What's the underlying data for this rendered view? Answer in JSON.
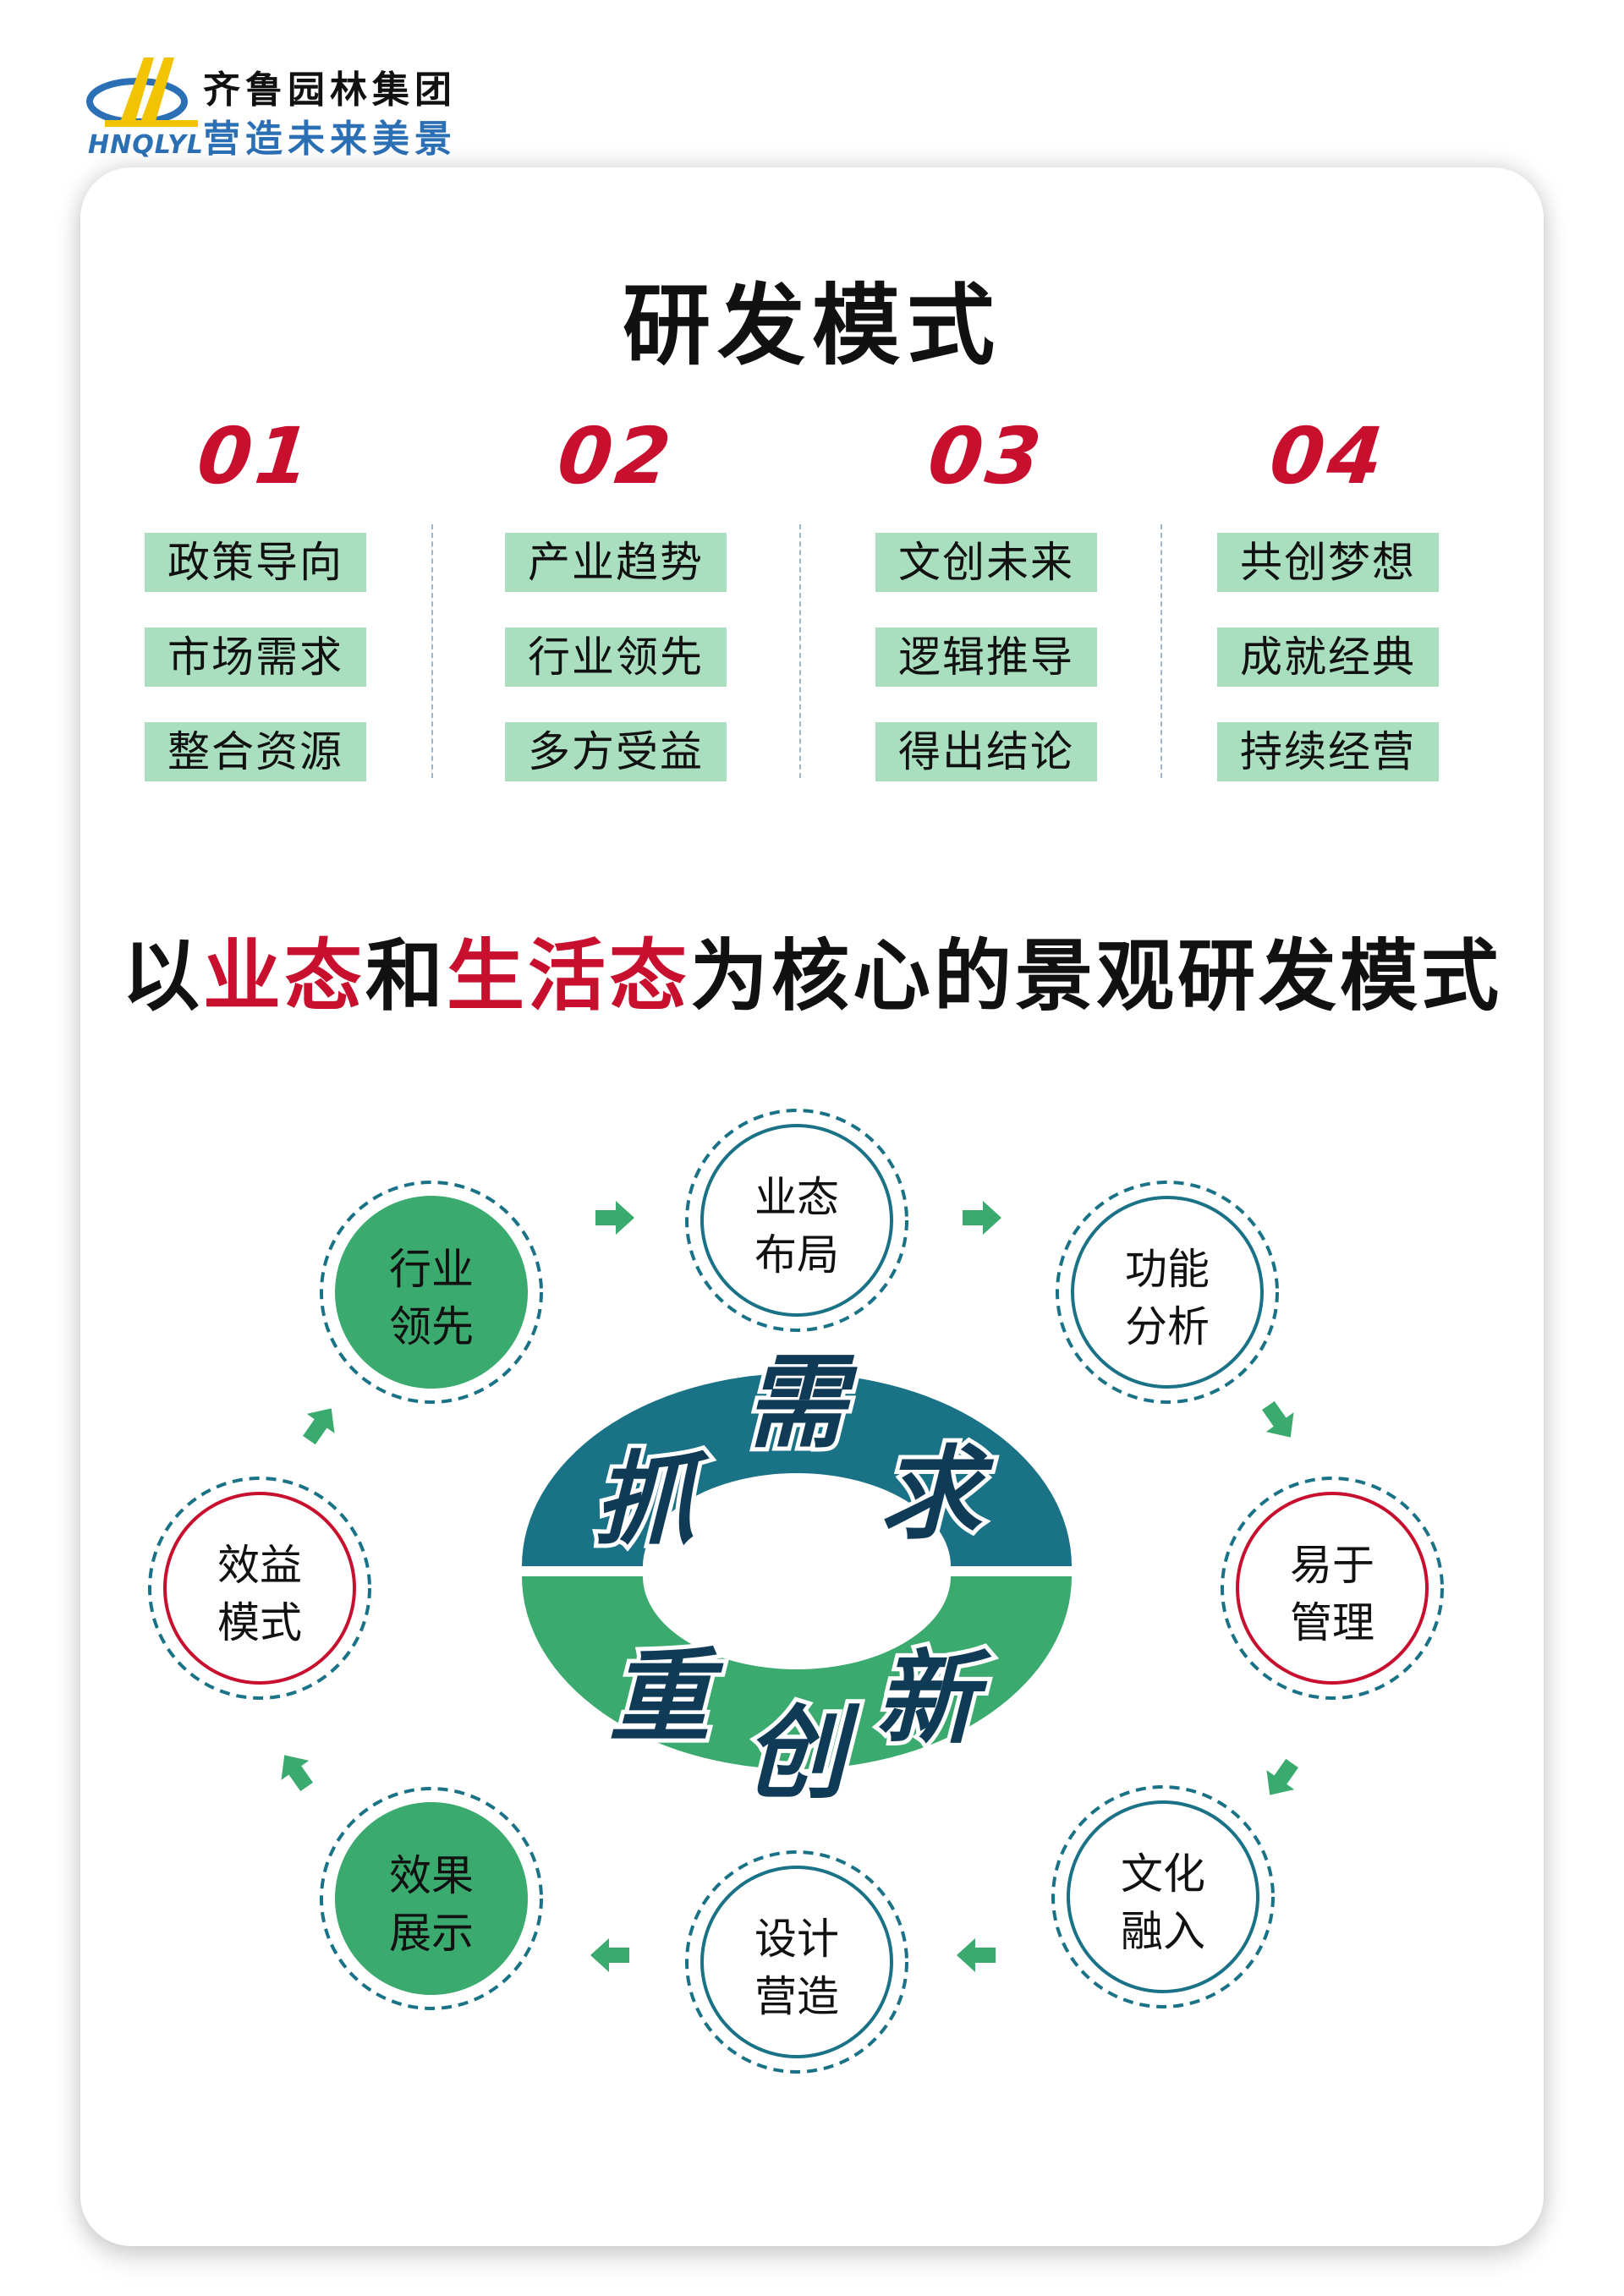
{
  "brand": {
    "name_cn": "齐鲁园林集团",
    "slogan": "营造未来美景",
    "name_en": "HNQLYL",
    "colors": {
      "blue": "#2b6fb5",
      "yellow": "#f2c300"
    }
  },
  "title": "研发模式",
  "columns": [
    {
      "num": "01",
      "items": [
        "政策导向",
        "市场需求",
        "整合资源"
      ]
    },
    {
      "num": "02",
      "items": [
        "产业趋势",
        "行业领先",
        "多方受益"
      ]
    },
    {
      "num": "03",
      "items": [
        "文创未来",
        "逻辑推导",
        "得出结论"
      ]
    },
    {
      "num": "04",
      "items": [
        "共创梦想",
        "成就经典",
        "持续经营"
      ]
    }
  ],
  "subtitle": {
    "p1": "以",
    "p2": "业态",
    "p3": "和",
    "p4": "生活态",
    "p5": "为核心的景观研发模式"
  },
  "cycle": {
    "core_top": [
      "抓",
      "需",
      "求"
    ],
    "core_bottom": [
      "重",
      "创",
      "新"
    ],
    "nodes": [
      {
        "l1": "业态",
        "l2": "布局",
        "style": "teal"
      },
      {
        "l1": "功能",
        "l2": "分析",
        "style": "teal"
      },
      {
        "l1": "易于",
        "l2": "管理",
        "style": "red"
      },
      {
        "l1": "文化",
        "l2": "融入",
        "style": "teal"
      },
      {
        "l1": "设计",
        "l2": "营造",
        "style": "teal"
      },
      {
        "l1": "效果",
        "l2": "展示",
        "style": "green"
      },
      {
        "l1": "效益",
        "l2": "模式",
        "style": "red"
      },
      {
        "l1": "行业",
        "l2": "领先",
        "style": "green"
      }
    ]
  },
  "colors": {
    "red": "#c8102e",
    "tag_green": "#a9dfbf",
    "teal": "#1a7287",
    "green": "#3aaa6e",
    "arrow": "#3aaa6e",
    "dark_navy": "#0f3b57"
  }
}
